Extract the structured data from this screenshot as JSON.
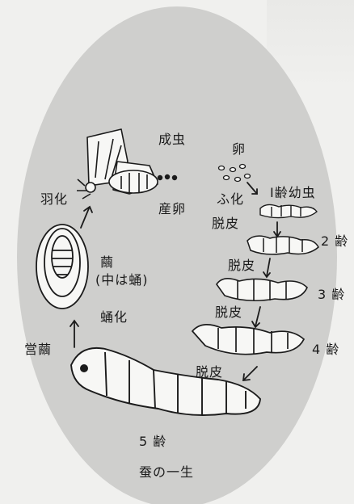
{
  "diagram": {
    "title": "蚕の一生",
    "stages": {
      "adult": "成虫",
      "egg": "卵",
      "laying": "産卵",
      "emergence": "羽化",
      "hatching": "ふ化",
      "instar1": "Ⅰ齢幼虫",
      "molt1": "脱皮",
      "instar2": "2 齢",
      "molt2": "脱皮",
      "instar3": "3 齢",
      "molt3": "脱皮",
      "instar4": "4 齢",
      "molt4": "脱皮",
      "instar5": "5 齢",
      "cocoon_line1": "繭",
      "cocoon_line2": "(中は蛹)",
      "pupation": "蛹化",
      "spinning": "営繭"
    }
  },
  "colors": {
    "background": "#f0f0ee",
    "oval": "#cfcfcd",
    "ink": "#1b1b1b",
    "silkworm": "#f7f7f5"
  }
}
